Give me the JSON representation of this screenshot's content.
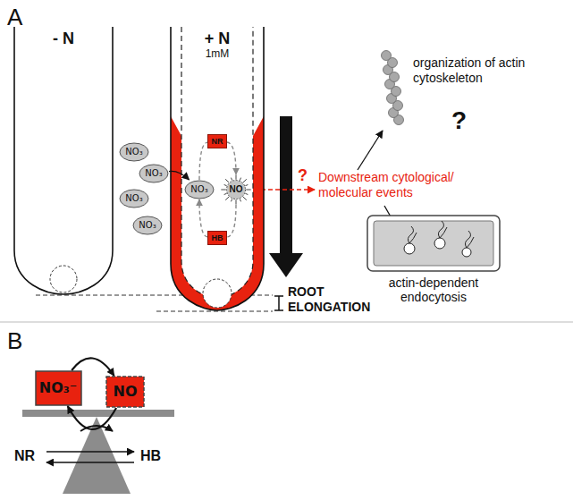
{
  "diagram": {
    "nodes": [
      {
        "text": [
          "- N"
        ]
      },
      {
        "text": [
          "+ N",
          "1mM"
        ]
      },
      {
        "text": [
          "NO₃"
        ]
      },
      {
        "text": [
          "NO₃"
        ]
      },
      {
        "text": [
          "NO₃"
        ]
      },
      {
        "text": [
          "NO₃"
        ]
      },
      {
        "text": [
          "NO₃"
        ],
        "in": 1
      },
      {
        "text": [
          "NR"
        ],
        "in": 1
      },
      {
        "text": [
          "NO"
        ],
        "in": 1
      },
      {
        "text": [
          "HB"
        ],
        "in": 1
      },
      {
        "text": [
          "actin-dependent endocytosis"
        ]
      },
      {
        "text": [
          "NO₃⁻"
        ]
      },
      {
        "text": [
          "NO"
        ]
      }
    ],
    "edges": [
      {
        "from": 3,
        "to": 6,
        "arrow": "to"
      },
      {
        "from": 6,
        "to": 7,
        "arrow": "none"
      },
      {
        "from": 7,
        "to": 8,
        "arrow": "to"
      },
      {
        "from": 8,
        "to": 9,
        "arrow": "none"
      },
      {
        "from": 9,
        "to": 6,
        "arrow": "to"
      },
      {
        "from": 11,
        "to": 12,
        "arrow": "to"
      },
      {
        "from": 12,
        "to": 11,
        "arrow": "to"
      }
    ],
    "labels": [
      "A",
      "?",
      "Downstream cytological/ molecular events",
      "ROOT ELONGATION",
      "organization of actin cytoskeleton",
      "?",
      "B",
      "NR",
      "HB"
    ]
  }
}
